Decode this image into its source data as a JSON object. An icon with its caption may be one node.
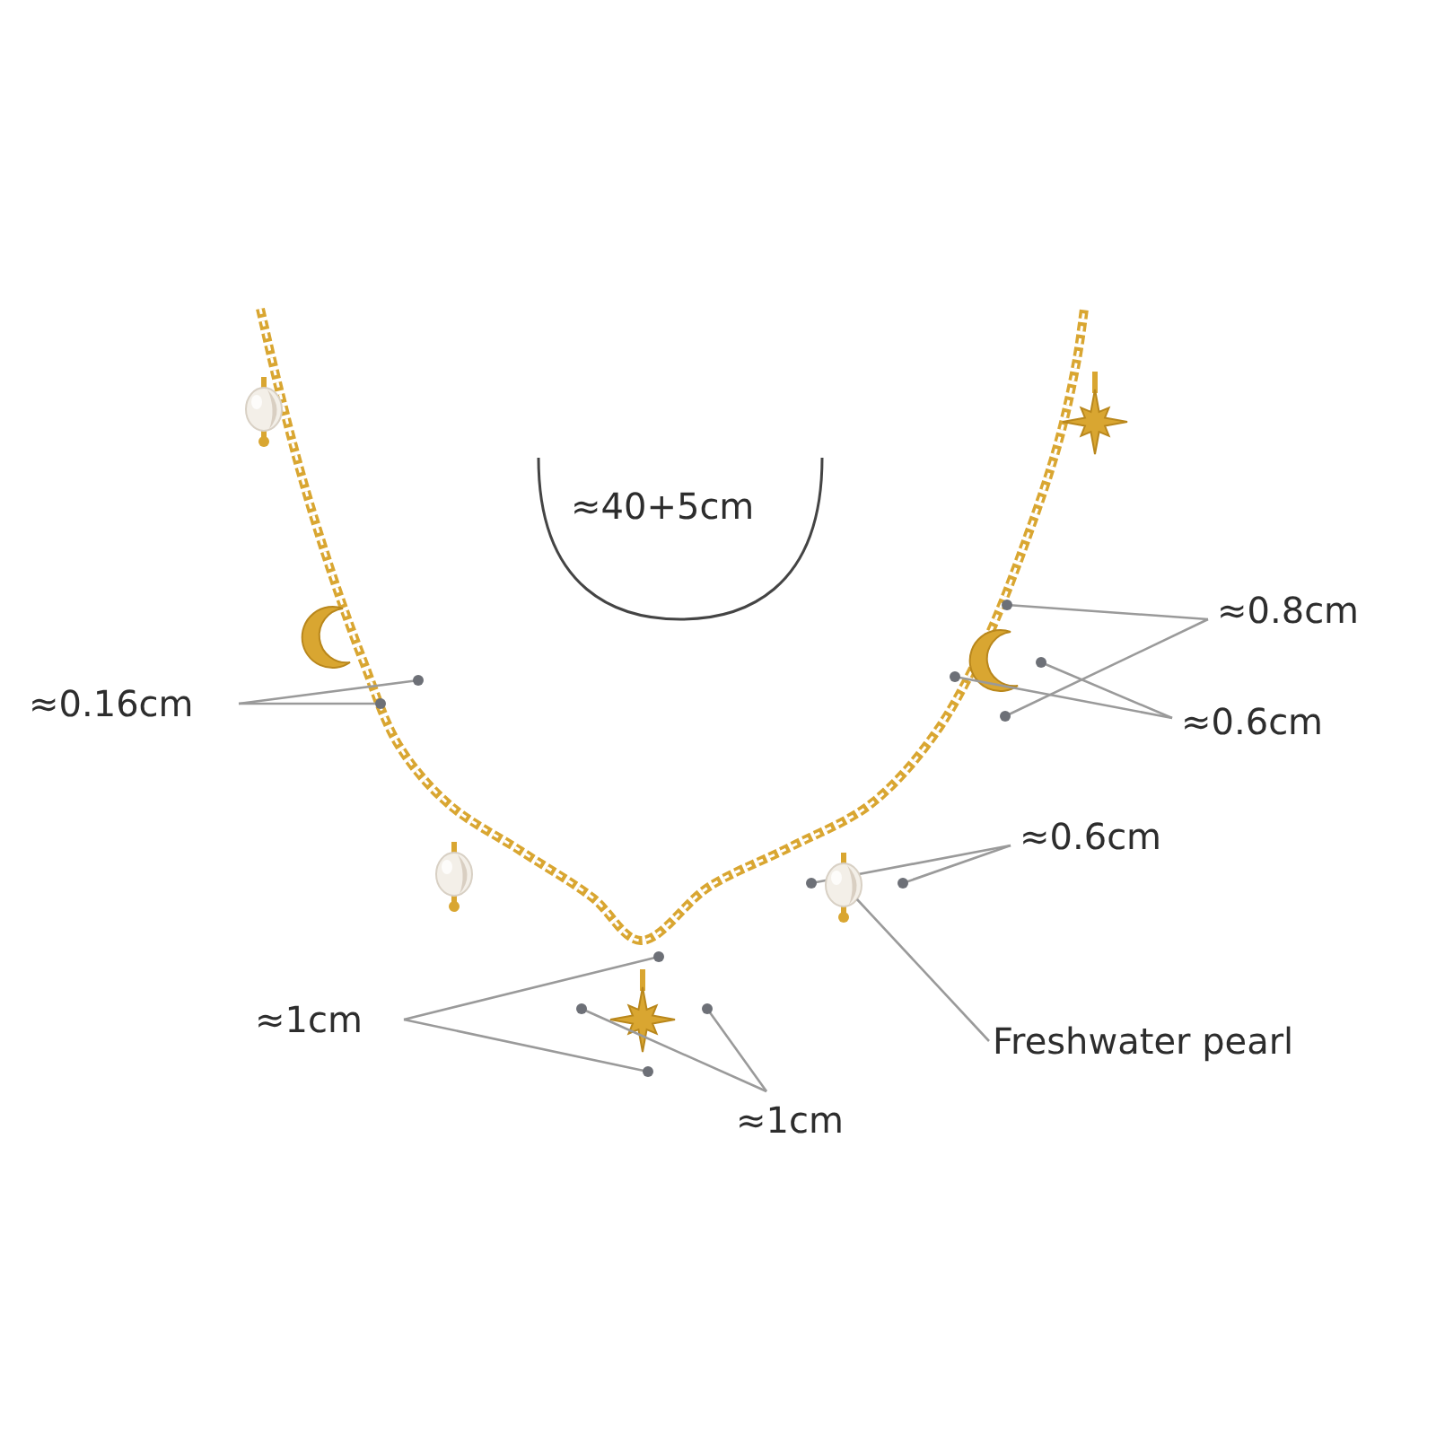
{
  "diagram": {
    "nodes": [
      {
        "text": [
          "Freshwater pearl"
        ]
      },
      {
        "text": [],
        "shape": "picture"
      },
      {
        "text": [],
        "shape": "picture"
      },
      {
        "text": [],
        "shape": "picture"
      }
    ],
    "edges": [
      {
        "from": 0,
        "to": 3,
        "arrow": "none"
      }
    ],
    "labels": [
      "≈40+5cm",
      "≈0.8cm",
      "≈0.16cm",
      "≈0.6cm",
      "≈0.6cm",
      "≈1cm",
      "≈1cm"
    ]
  }
}
